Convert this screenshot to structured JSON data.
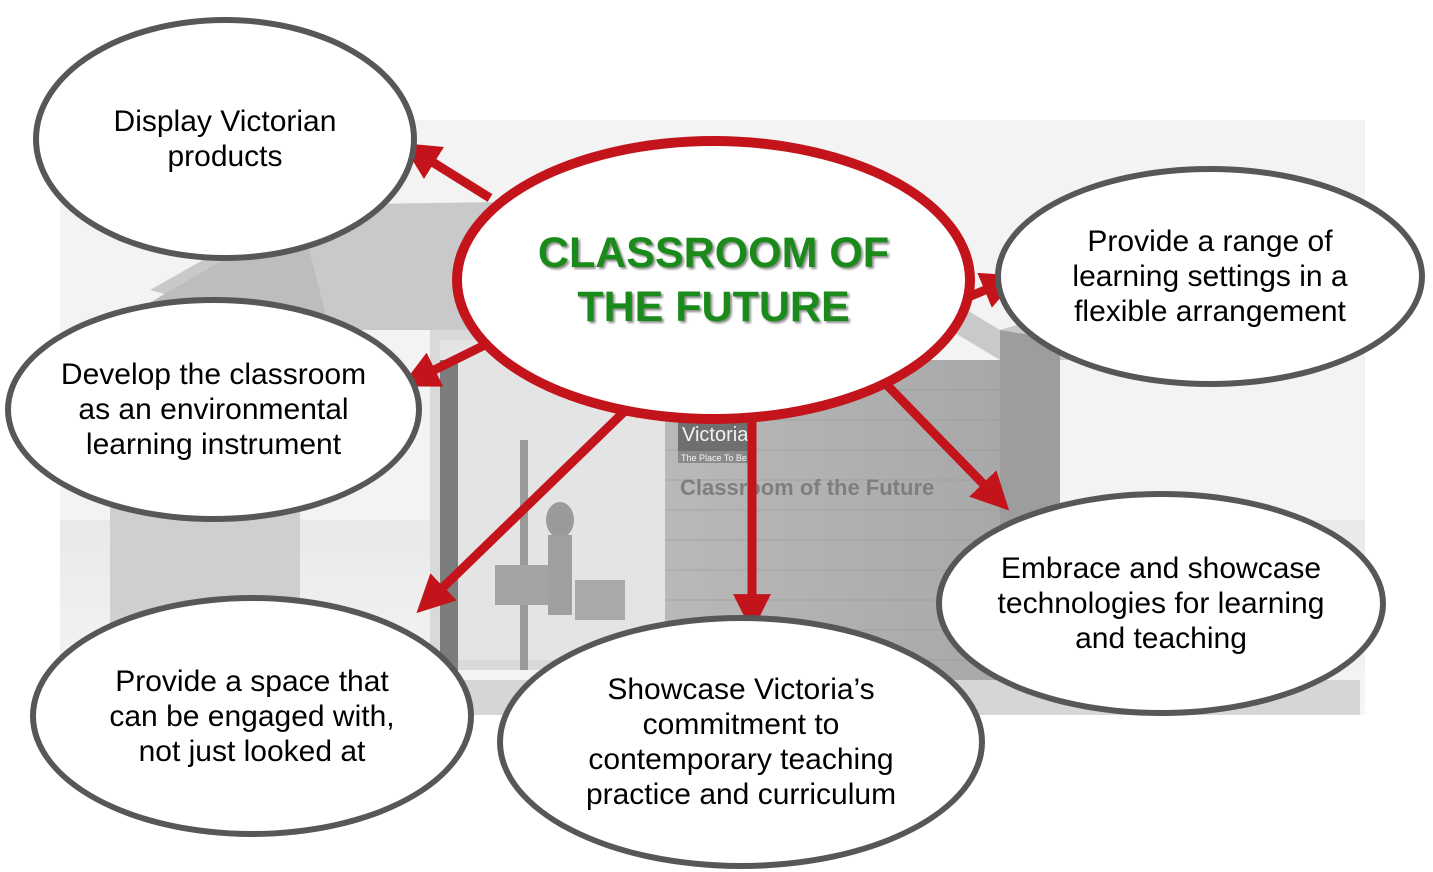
{
  "diagram": {
    "center": {
      "label": "CLASSROOM OF\nTHE FUTURE"
    },
    "bubbles": [
      {
        "id": "display",
        "label": "Display Victorian\nproducts"
      },
      {
        "id": "range",
        "label": "Provide a range of\nlearning settings in a\nflexible arrangement"
      },
      {
        "id": "develop",
        "label": "Develop the classroom\nas an environmental\nlearning instrument"
      },
      {
        "id": "embrace",
        "label": "Embrace and showcase\ntechnologies for learning\nand teaching"
      },
      {
        "id": "space",
        "label": "Provide a space that\ncan be engaged with,\nnot just looked at"
      },
      {
        "id": "showcase",
        "label": "Showcase Victoria’s\ncommitment to\ncontemporary teaching\npractice and curriculum"
      }
    ]
  },
  "background": {
    "sign_brand": "Victoria",
    "sign_tagline": "The Place To Be",
    "sign_title": "Classroom of the Future"
  },
  "colors": {
    "arrow": "#c3141c",
    "center_border": "#c3141c",
    "center_text": "#1a8a1a",
    "bubble_border": "#575757"
  }
}
